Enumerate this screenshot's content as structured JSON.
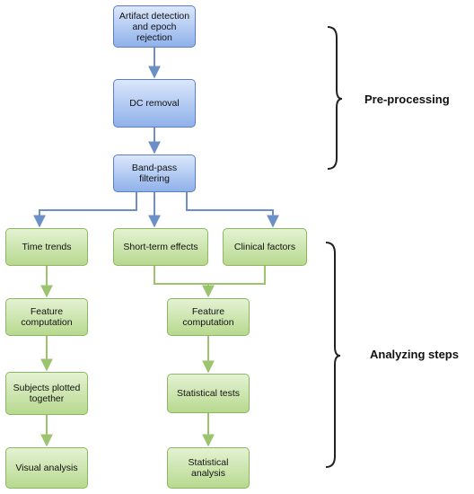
{
  "nodes": {
    "artifact": "Artifact detection\nand epoch\nrejection",
    "dc": "DC removal",
    "bandpass": "Band-pass\nfiltering",
    "time_trends": "Time trends",
    "short_term": "Short-term effects",
    "clinical": "Clinical factors",
    "feature_left": "Feature\ncomputation",
    "feature_right": "Feature\ncomputation",
    "subjects": "Subjects plotted\ntogether",
    "stat_tests": "Statistical tests",
    "visual": "Visual analysis",
    "stat_analysis": "Statistical analysis"
  },
  "sections": {
    "preprocessing": "Pre-processing",
    "analyzing": "Analyzing steps"
  },
  "colors": {
    "blue_edge": "#6b8fc6",
    "green_edge": "#9cc46f",
    "brace": "#222222"
  }
}
